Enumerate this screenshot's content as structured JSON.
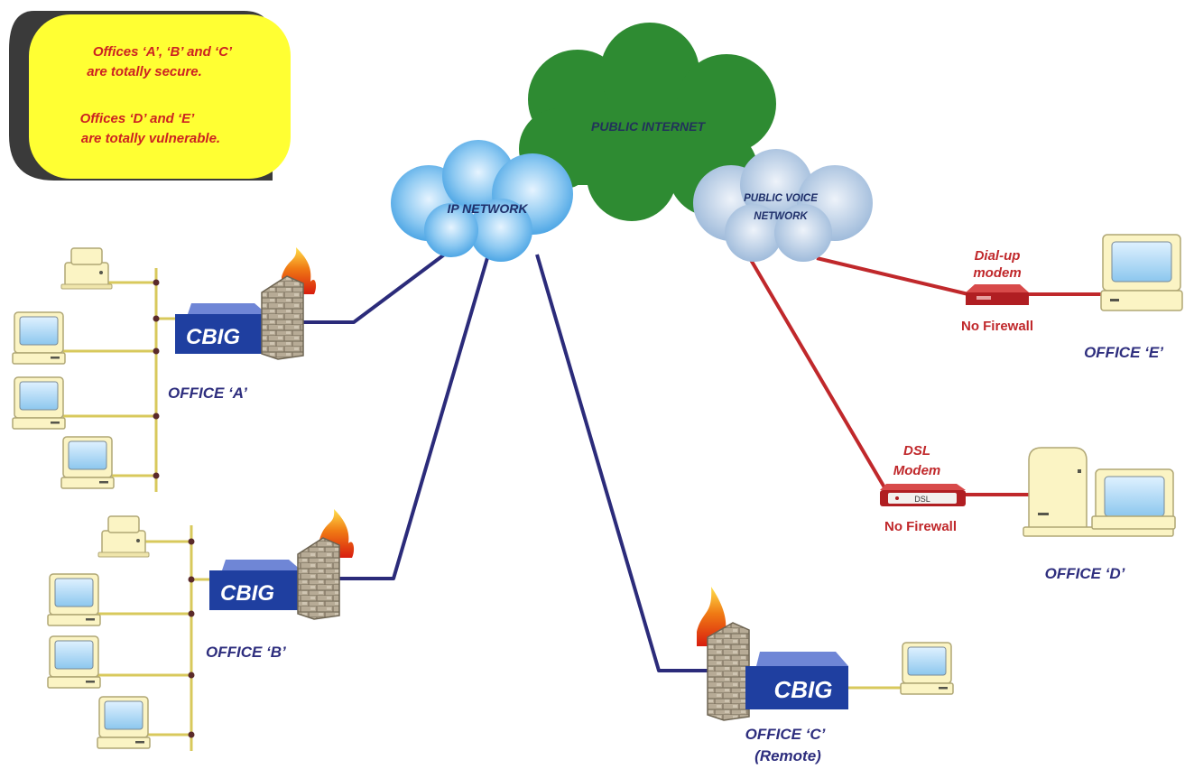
{
  "callout": {
    "line1": "Offices ‘A’, ‘B’ and ‘C’",
    "line2": "are totally secure.",
    "line3": "Offices ‘D’ and ‘E’",
    "line4": "are totally vulnerable."
  },
  "clouds": {
    "public_internet": "PUBLIC INTERNET",
    "ip_network": "IP NETWORK",
    "public_voice_line1": "PUBLIC VOICE",
    "public_voice_line2": "NETWORK"
  },
  "gateway_label": "CBIG",
  "offices": {
    "a": "OFFICE ‘A’",
    "b": "OFFICE ‘B’",
    "c_line1": "OFFICE ‘C’",
    "c_line2": "(Remote)",
    "d": "OFFICE ‘D’",
    "e": "OFFICE ‘E’"
  },
  "devices": {
    "dialup_line1": "Dial-up",
    "dialup_line2": "modem",
    "dsl_line1": "DSL",
    "dsl_line2": "Modem",
    "dsl_device_label": "DSL",
    "no_firewall": "No Firewall"
  },
  "colors": {
    "secure_link": "#2b2b7a",
    "insecure_link": "#c0282b",
    "callout_fill": "#ffff33",
    "callout_text": "#cc2222",
    "office_label": "#2e2e7e",
    "cbig_box": "#1f3fa0",
    "public_internet_cloud": "#2e8b32",
    "ip_network_cloud": "#5fb2ea",
    "voice_network_cloud": "#a9c3e0"
  }
}
